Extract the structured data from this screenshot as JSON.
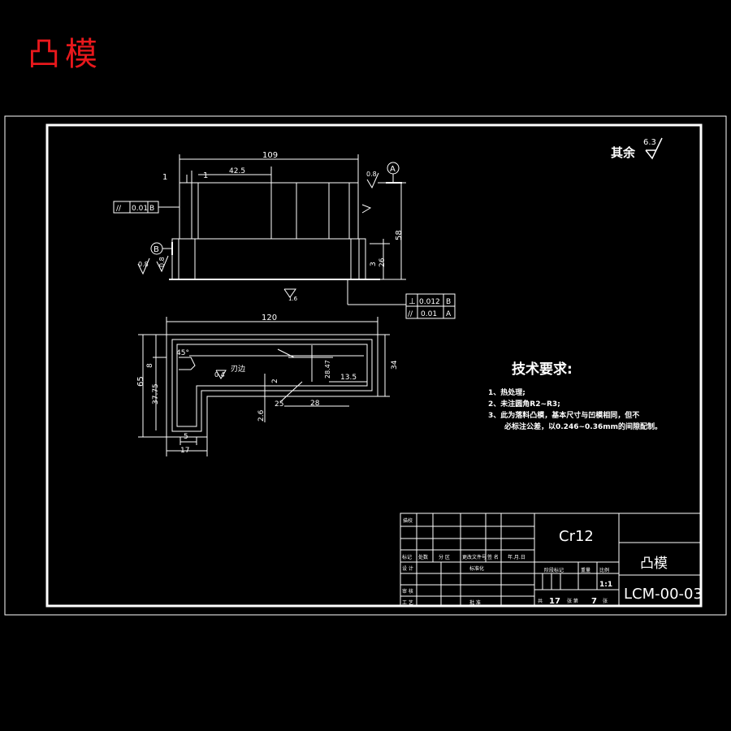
{
  "heading": "凸模",
  "colors": {
    "background": "#000000",
    "line": "#ffffff",
    "heading": "#e8181c"
  },
  "roughness": {
    "other_label": "其余",
    "other_value": "6.3",
    "surface_a": "0.8",
    "surface_b": "0.8",
    "surface_c": "0.8",
    "surface_d": "0.4",
    "surface_e": "1.6"
  },
  "front_view": {
    "dim_width": "109",
    "dim_step": "42.5",
    "dim_small_left": "1",
    "dim_small_right": "1",
    "dim_height": "58",
    "dim_shoulder": "26",
    "dim_shoulder_step": "3",
    "datum_a": "A",
    "datum_b": "B",
    "parallel_tolerance": {
      "symbol": "//",
      "value": "0.01",
      "datum": "B"
    },
    "perp_tolerance": [
      {
        "symbol": "⊥",
        "value": "0.012",
        "datum": "B"
      },
      {
        "symbol": "//",
        "value": "0.01",
        "datum": "A"
      }
    ]
  },
  "top_view": {
    "dim_width": "120",
    "dim_height": "65",
    "dim_right_height": "34",
    "dim_left_height": "37.75",
    "dim_8": "8",
    "dim_5": "5",
    "dim_17": "17",
    "dim_2_6": "2.6",
    "dim_25": "25",
    "dim_28": "28",
    "dim_2": "2",
    "dim_28_47": "28.47",
    "dim_13_5": "13.5",
    "angle_45": "45°",
    "edge_note": "刃边"
  },
  "tech_requirements": {
    "title": "技术要求:",
    "items": [
      "1、热处理;",
      "2、未注圆角R2~R3;",
      "3、此为落料凸模，基本尺寸与凹模相同，但不",
      "必标注公差，以0.246~0.36mm的间隙配制。"
    ]
  },
  "title_block": {
    "material": "Cr12",
    "part_name": "凸模",
    "drawing_number": "LCM-00-03",
    "scale": "1:1",
    "sheet_total_label": "共",
    "sheet_total": "17",
    "sheet_label": "张 第",
    "sheet_number": "7",
    "sheet_suffix": "张",
    "labels": {
      "mark": "标记",
      "count": "处数",
      "zone": "分 区",
      "change_doc": "更改文件号",
      "signature": "签 名",
      "date": "年.月.日",
      "design": "设 计",
      "standardize": "标准化",
      "stage_mark": "阶段标记",
      "weight": "重量",
      "ratio": "比例",
      "review": "审 核",
      "process": "工 艺",
      "approve": "批 准",
      "title_top": "描校"
    }
  }
}
